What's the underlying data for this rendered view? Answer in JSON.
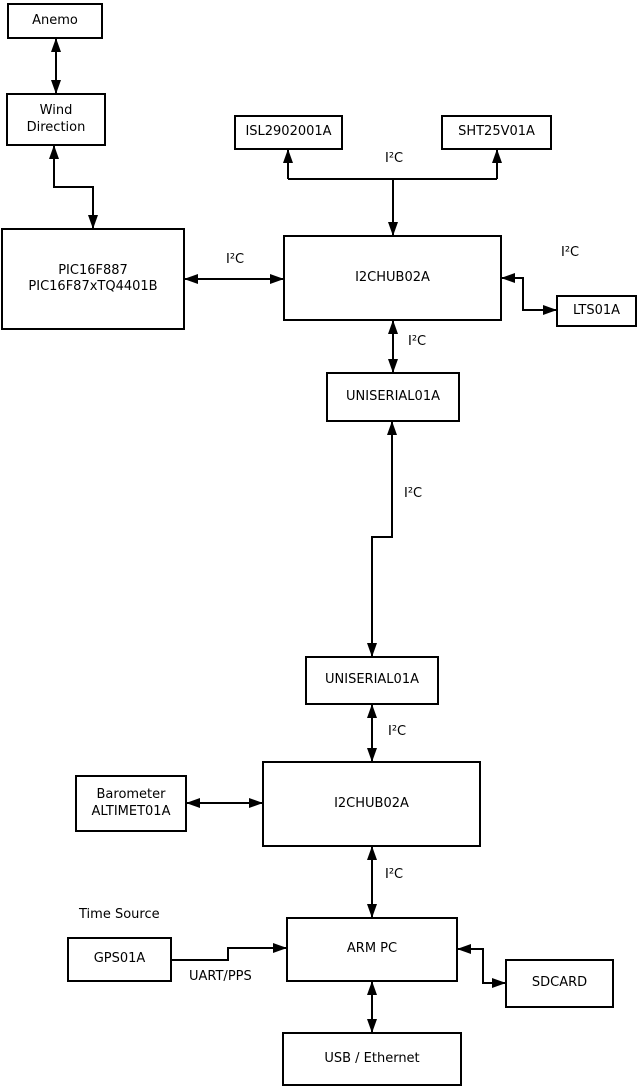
{
  "diagram": {
    "background": "#ffffff",
    "stroke_color": "#000000",
    "nodes": {
      "anemo": {
        "label": "Anemo"
      },
      "wind_direction": {
        "label": "Wind\nDirection"
      },
      "pic": {
        "label": "PIC16F887\nPIC16F87xTQ4401B"
      },
      "isl": {
        "label": "ISL2902001A"
      },
      "sht": {
        "label": "SHT25V01A"
      },
      "i2chub_top": {
        "label": "I2CHUB02A"
      },
      "lts": {
        "label": "LTS01A"
      },
      "uniserial_upper": {
        "label": "UNISERIAL01A"
      },
      "uniserial_lower": {
        "label": "UNISERIAL01A"
      },
      "i2chub_bottom": {
        "label": "I2CHUB02A"
      },
      "barometer": {
        "label": "Barometer\nALTIMET01A"
      },
      "arm_pc": {
        "label": "ARM PC"
      },
      "gps": {
        "label": "GPS01A"
      },
      "sdcard": {
        "label": "SDCARD"
      },
      "usb_ethernet": {
        "label": "USB / Ethernet"
      }
    },
    "edge_labels": {
      "bus_i2c": "I²C",
      "pic_hub_i2c": "I²C",
      "hub_lts_i2c": "I²C",
      "hub_uniserial_i2c": "I²C",
      "uniserial_link_i2c": "I²C",
      "uniserial_hub2_i2c": "I²C",
      "hub2_arm_i2c": "I²C",
      "gps_uart": "UART/PPS",
      "gps_caption": "Time Source"
    }
  }
}
